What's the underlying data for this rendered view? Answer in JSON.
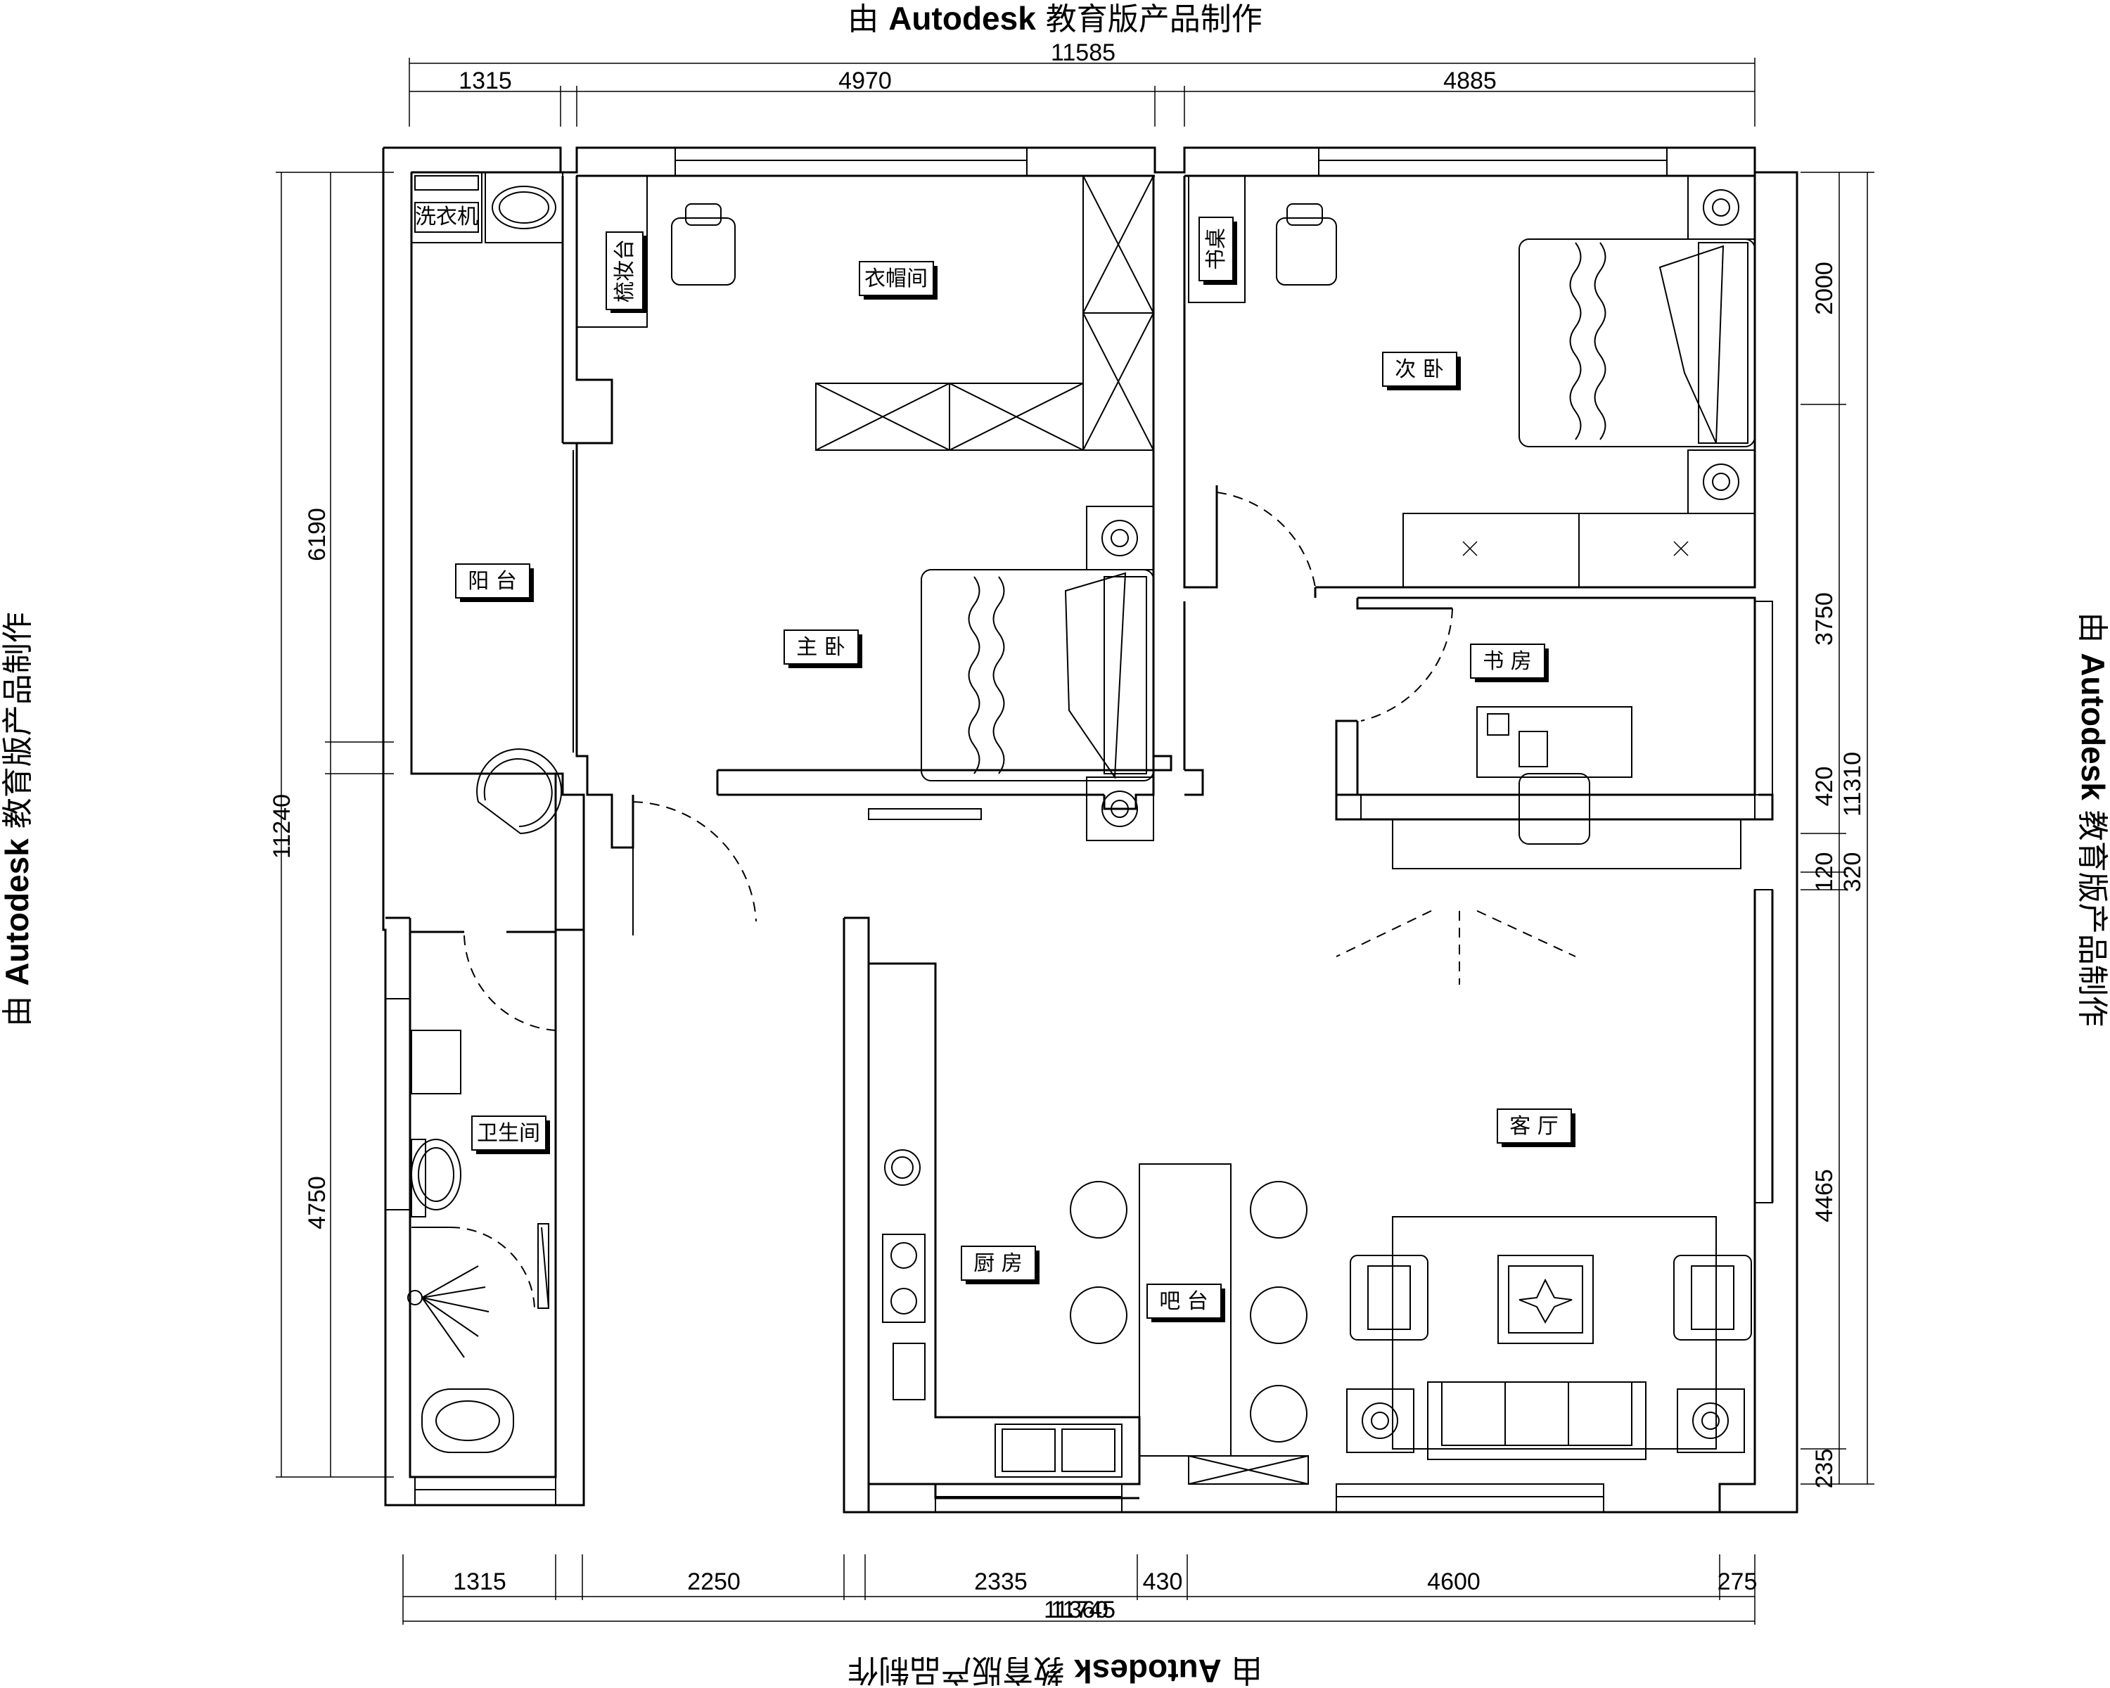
{
  "watermark": {
    "prefix": "由 ",
    "brand": "Autodesk",
    "suffix": " 教育版产品制作"
  },
  "dimensions": {
    "top_total": "11585",
    "top": [
      "1315",
      "4970",
      "4885"
    ],
    "bottom": [
      "1315",
      "2250",
      "2335",
      "430",
      "4600",
      "275"
    ],
    "bottom_total_a": "11360",
    "bottom_total_b": "11745",
    "left_inner": [
      "6190",
      "4750"
    ],
    "left_total": "11240",
    "right_inner": [
      "2000",
      "3750",
      "420",
      "120",
      "4465",
      "235"
    ],
    "right_extra": "320",
    "right_total": "11310"
  },
  "rooms": {
    "washer": "洗衣机",
    "vanity": "梳妆台",
    "cloakroom": "衣帽间",
    "desk": "书桌",
    "second_bedroom": "次 卧",
    "balcony": "阳 台",
    "master_bedroom": "主 卧",
    "study": "书 房",
    "bathroom": "卫生间",
    "living_room": "客 厅",
    "kitchen": "厨 房",
    "bar": "吧 台"
  }
}
